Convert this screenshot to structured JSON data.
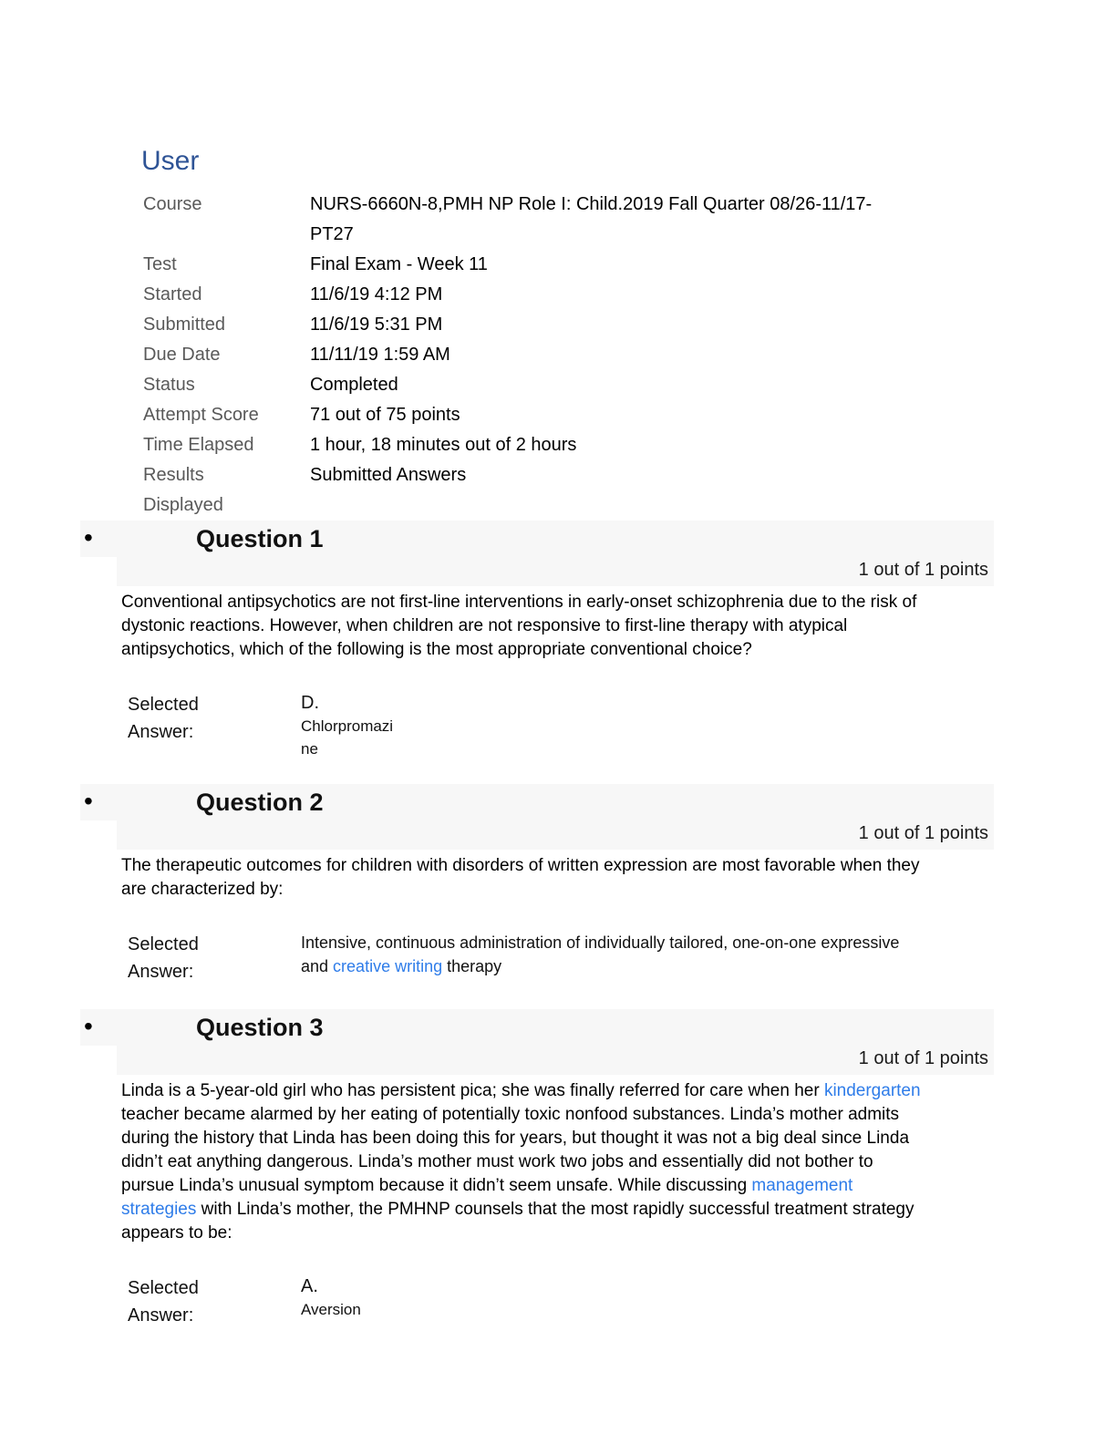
{
  "colors": {
    "heading_blue": "#2F5496",
    "link_blue": "#2E7CE9",
    "band_gray": "#F7F7F7",
    "label_gray": "#595959"
  },
  "list_marker": "•",
  "header": {
    "title": "User",
    "rows": [
      {
        "label": "Course",
        "value": "NURS-6660N-8,PMH NP Role I: Child.2019 Fall Quarter 08/26-11/17-PT27"
      },
      {
        "label": "Test",
        "value": "Final Exam - Week 11"
      },
      {
        "label": "Started",
        "value": "11/6/19 4:12 PM"
      },
      {
        "label": "Submitted",
        "value": "11/6/19 5:31 PM"
      },
      {
        "label": "Due Date",
        "value": "11/11/19 1:59 AM"
      },
      {
        "label": "Status",
        "value": "Completed"
      },
      {
        "label": "Attempt Score",
        "value": "71 out of 75 points"
      },
      {
        "label": "Time Elapsed",
        "value": "1 hour, 18 minutes out of 2 hours"
      },
      {
        "label": "Results Displayed",
        "value": "Submitted Answers"
      }
    ]
  },
  "questions": [
    {
      "title": "Question 1",
      "points": "1 out of 1 points",
      "body": [
        {
          "text": "Conventional antipsychotics are not first-line interventions in early-onset schizophrenia due to the risk of dystonic reactions. However, when children are not responsive to first-line therapy with atypical antipsychotics, which of the following is the most appropriate conventional choice?"
        }
      ],
      "answer_label": "Selected Answer:",
      "answer_letter": "D.",
      "answer": [
        {
          "text": "Chlorpromazine"
        }
      ]
    },
    {
      "title": "Question 2",
      "points": "1 out of 1 points",
      "body": [
        {
          "text": "The therapeutic outcomes for children with disorders of written expression are most favorable when they are characterized by:"
        }
      ],
      "answer_label": "Selected Answer:",
      "answer_letter": "",
      "answer": [
        {
          "text": "Intensive, continuous administration of individually tailored, one-on-one expressive and "
        },
        {
          "text": "creative writing",
          "link": true
        },
        {
          "text": " therapy"
        }
      ]
    },
    {
      "title": "Question 3",
      "points": "1 out of 1 points",
      "body": [
        {
          "text": "Linda is a 5-year-old girl who has persistent pica; she was finally referred for care when her "
        },
        {
          "text": "kindergarten",
          "link": true
        },
        {
          "text": " teacher became alarmed by her eating of potentially toxic nonfood substances. Linda’s mother admits during the history that Linda has been doing this for years, but thought it was not a big deal since Linda didn’t eat anything dangerous. Linda’s mother must work two jobs and essentially did not bother to pursue Linda’s unusual symptom because it didn’t seem unsafe. While discussing "
        },
        {
          "text": "management strategies",
          "link": true
        },
        {
          "text": " with Linda’s mother, the PMHNP counsels that the most rapidly successful treatment strategy appears to be:"
        }
      ],
      "answer_label": "Selected Answer:",
      "answer_letter": "A.",
      "answer": [
        {
          "text": "Aversion"
        }
      ]
    }
  ]
}
